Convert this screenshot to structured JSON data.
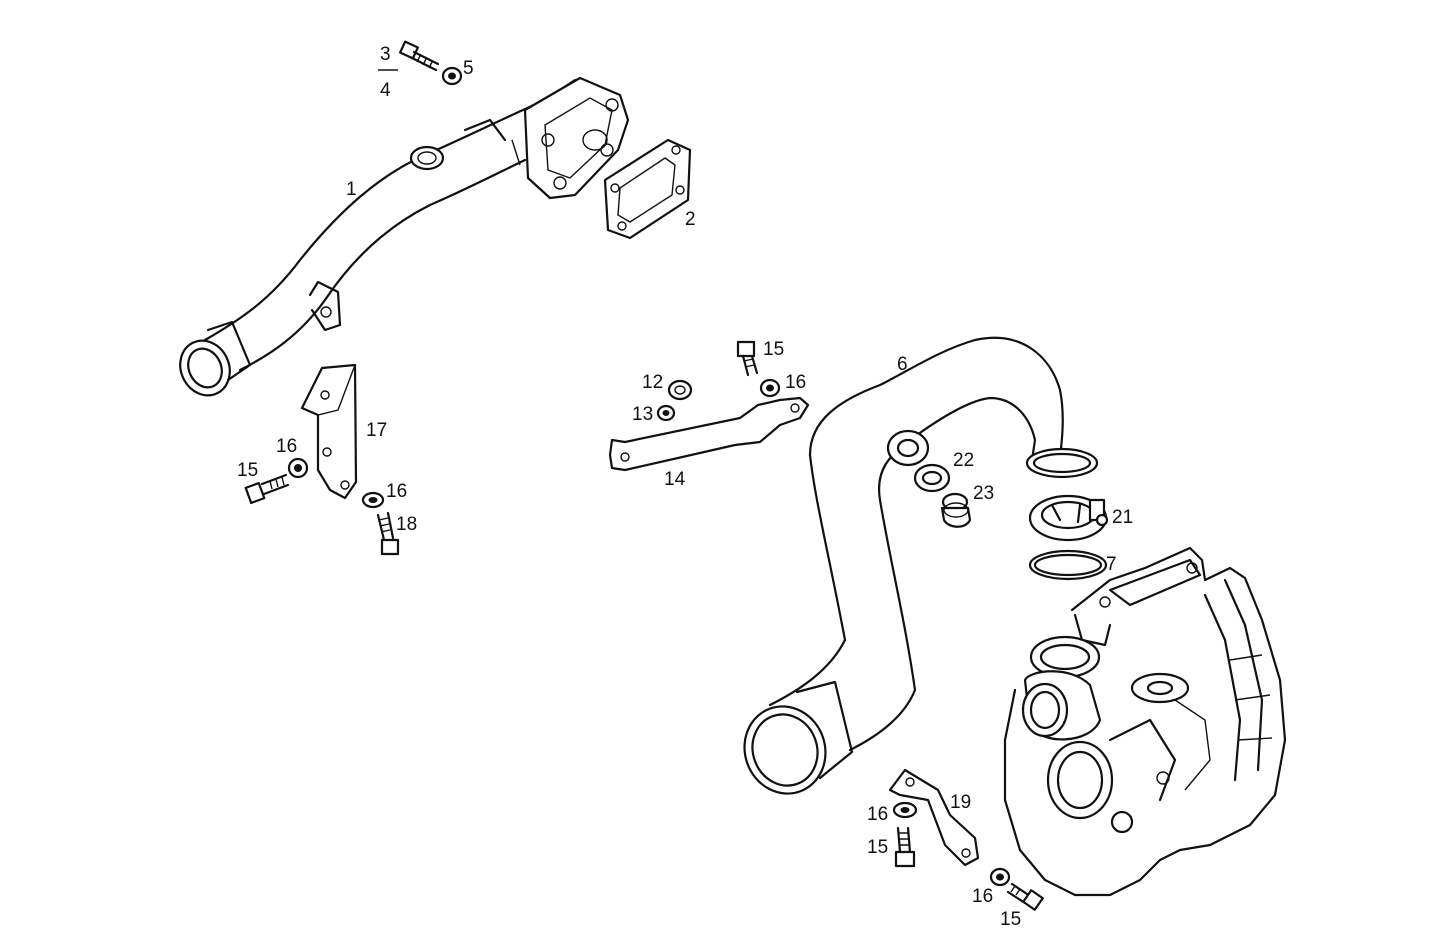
{
  "callouts": {
    "c1": "1",
    "c2": "2",
    "c3": "3",
    "c4": "4",
    "c5": "5",
    "c6": "6",
    "c7": "7",
    "c12": "12",
    "c13": "13",
    "c14": "14",
    "c15a": "15",
    "c15b": "15",
    "c15c": "15",
    "c15d": "15",
    "c16a": "16",
    "c16b": "16",
    "c16c": "16",
    "c16d": "16",
    "c16e": "16",
    "c17": "17",
    "c18": "18",
    "c19": "19",
    "c21": "21",
    "c22": "22",
    "c23": "23"
  }
}
